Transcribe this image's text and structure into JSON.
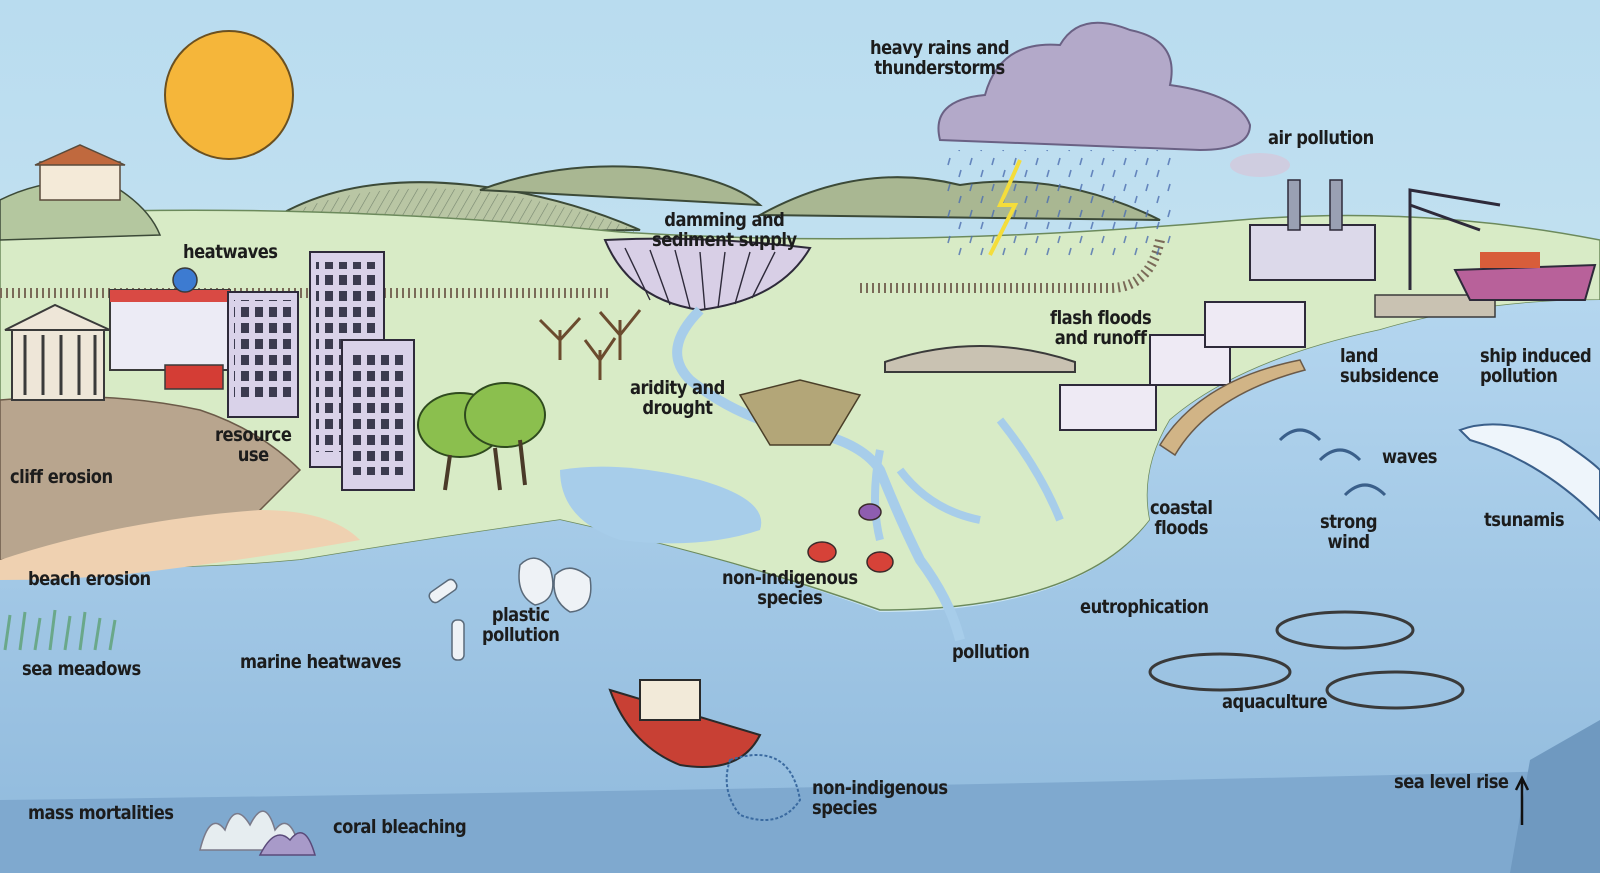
{
  "labels": {
    "heavy_rains": "heavy rains and\nthunderstorms",
    "air_pollution": "air pollution",
    "heatwaves": "heatwaves",
    "damming": "damming and\nsediment supply",
    "flash_floods": "flash floods\nand runoff",
    "land_subsidence": "land\nsubsidence",
    "ship_pollution": "ship induced\npollution",
    "aridity": "aridity and\ndrought",
    "resource_use": "resource\nuse",
    "cliff_erosion": "cliff erosion",
    "waves": "waves",
    "coastal_floods": "coastal\nfloods",
    "strong_wind": "strong\nwind",
    "tsunamis": "tsunamis",
    "beach_erosion": "beach erosion",
    "non_indigenous_1": "non-indigenous\nspecies",
    "plastic_pollution": "plastic\npollution",
    "eutrophication": "eutrophication",
    "sea_meadows": "sea meadows",
    "marine_heatwaves": "marine heatwaves",
    "pollution": "pollution",
    "aquaculture": "aquaculture",
    "non_indigenous_2": "non-indigenous\nspecies",
    "sea_level_rise": "sea level rise",
    "mass_mortalities": "mass mortalities",
    "coral_bleaching": "coral bleaching"
  },
  "colors": {
    "sky": "#bfe0f0",
    "land": "#d8ebc6",
    "sea": "#a7cdea",
    "deep_sea": "#7fa9cf",
    "sun": "#f5b63a",
    "cloud": "#b3a9c9",
    "building": "#d9d2e9"
  }
}
